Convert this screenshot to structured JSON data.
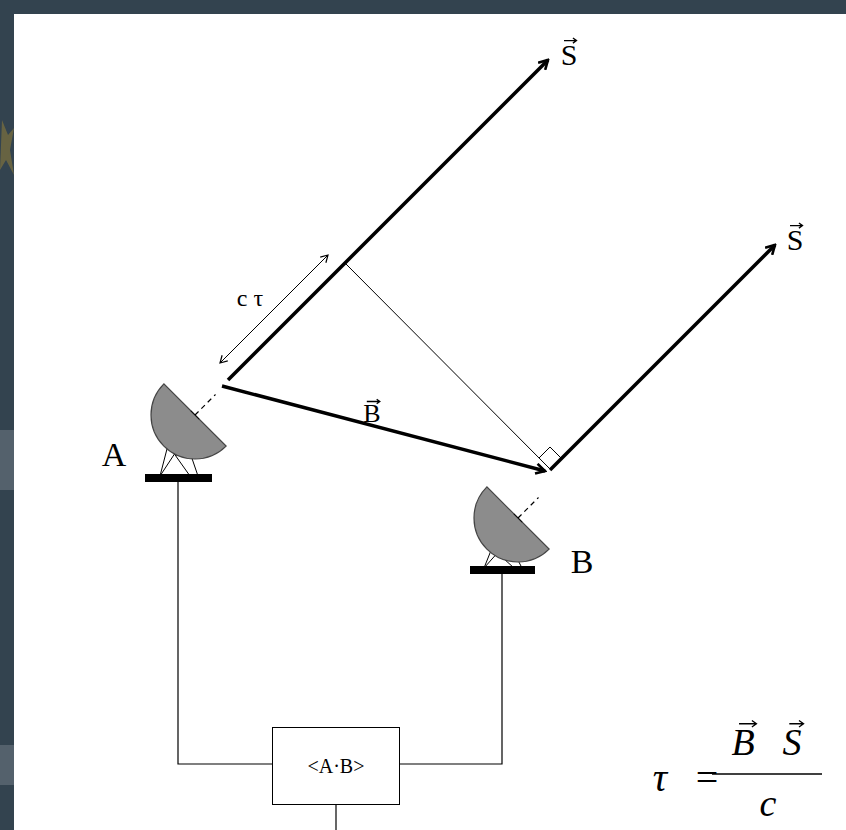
{
  "diagram": {
    "nodes": [
      {
        "text": [
          "<A·B>"
        ]
      }
    ],
    "labels": [
      "S",
      "S",
      "c τ",
      "B",
      "A",
      "B",
      "τ",
      "=",
      "B",
      "S",
      "c"
    ]
  }
}
